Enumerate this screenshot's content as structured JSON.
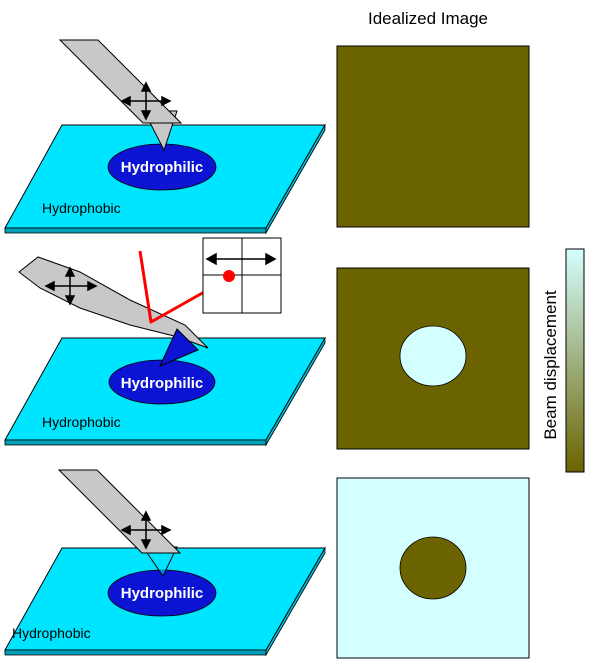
{
  "header": {
    "title": "Idealized Image"
  },
  "panels": [
    {
      "hydrophilic_label": "Hydrophilic",
      "hydrophobic_label": "Hydrophobic"
    },
    {
      "hydrophilic_label": "Hydrophilic",
      "hydrophobic_label": "Hydrophobic"
    },
    {
      "hydrophilic_label": "Hydrophilic",
      "hydrophobic_label": "Hydrophobic"
    }
  ],
  "colorbar": {
    "label": "Beam displacement"
  },
  "colors": {
    "surface": "#00e5ff",
    "hydrophilic_spot": "#0a14d2",
    "dark_image": "#6b6300",
    "light_image": "#d4ffff",
    "laser": "#ff0000",
    "cantilever": "#c8c8c8"
  }
}
